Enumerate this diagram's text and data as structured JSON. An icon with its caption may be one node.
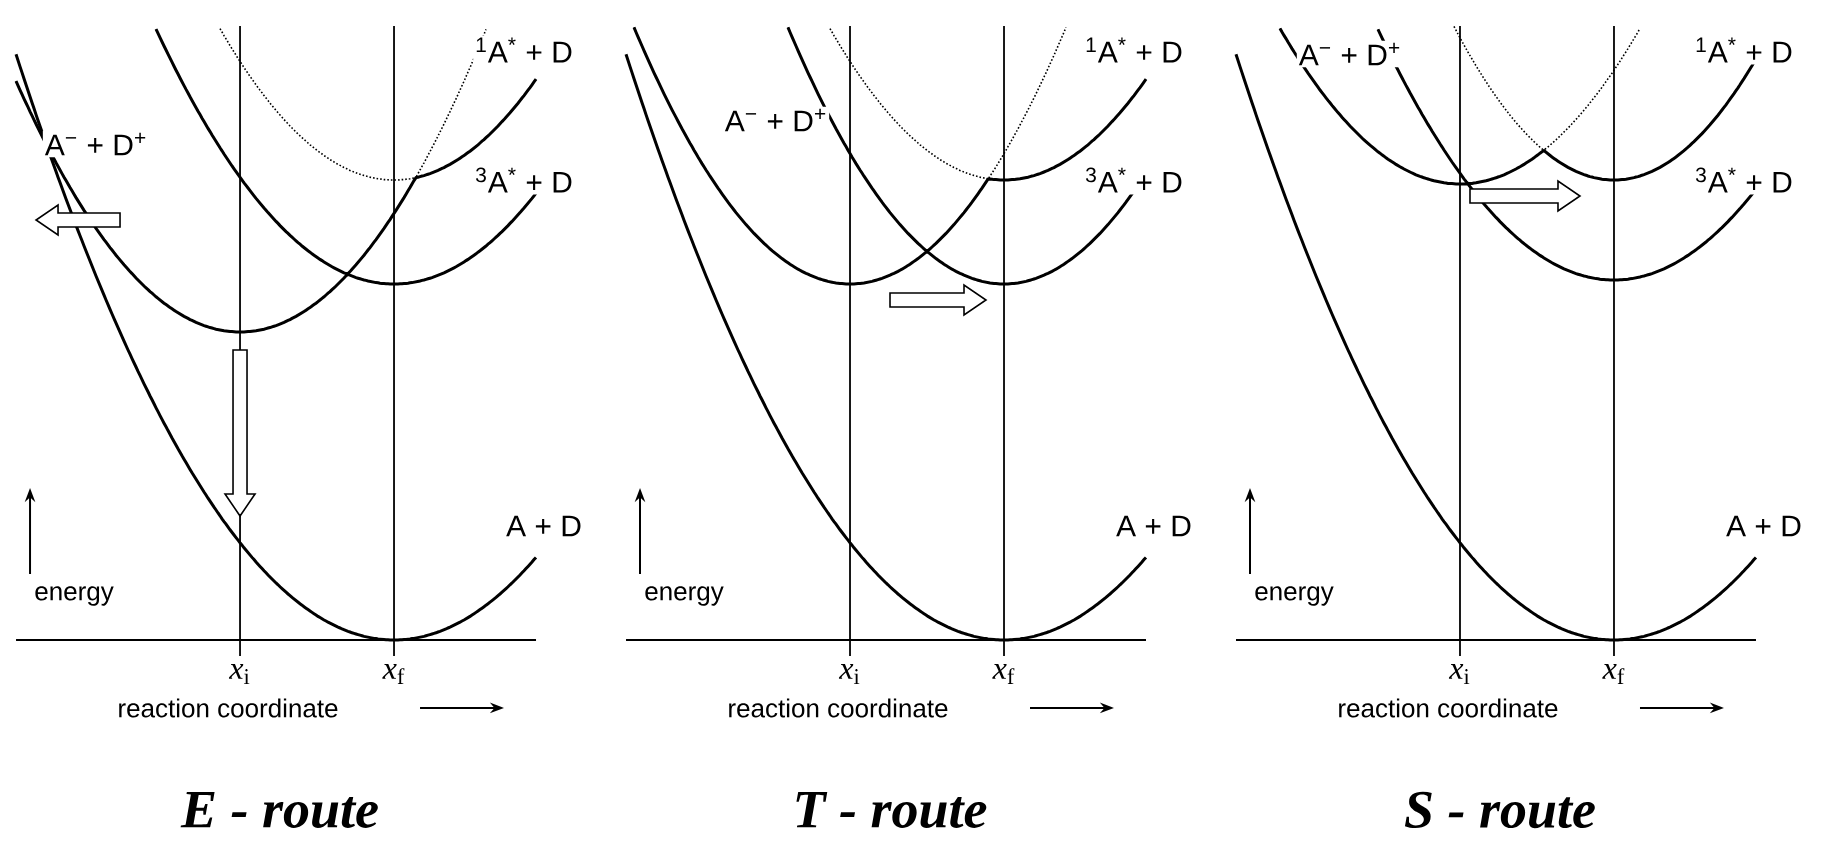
{
  "diagram": {
    "labels": [
      "A$^{−}$ + D$^{+}$",
      "$^{1}$A$^{*}$ + D",
      "$^{3}$A$^{*}$ + D",
      "A + D",
      "energy",
      "*x*$_{i}$",
      "*x*$_{f}$",
      "reaction coordinate",
      "E - route",
      "A$^{−}$ + D$^{+}$",
      "$^{1}$A$^{*}$ + D",
      "$^{3}$A$^{*}$ + D",
      "A + D",
      "energy",
      "*x*$_{i}$",
      "*x*$_{f}$",
      "reaction coordinate",
      "T - route",
      "A$^{−}$ + D$^{+}$",
      "$^{1}$A$^{*}$ + D",
      "$^{3}$A$^{*}$ + D",
      "A + D",
      "energy",
      "*x*$_{i}$",
      "*x*$_{f}$",
      "reaction coordinate",
      "S - route"
    ]
  }
}
